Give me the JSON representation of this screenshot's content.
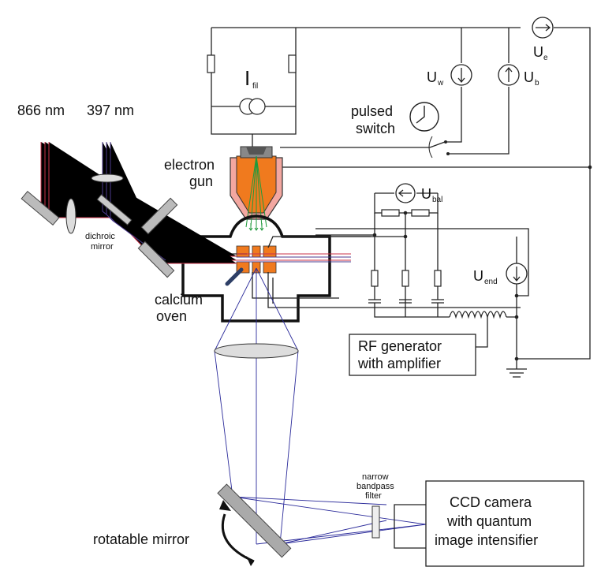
{
  "labels": {
    "wl_866": "866 nm",
    "wl_397": "397 nm",
    "electron_gun_1": "electron",
    "electron_gun_2": "gun",
    "dichroic_1": "dichroic",
    "dichroic_2": "mirror",
    "calcium_1": "calcium",
    "calcium_2": "oven",
    "pulsed_1": "pulsed",
    "pulsed_2": "switch",
    "rf_1": "RF generator",
    "rf_2": "with amplifier",
    "ccd_1": "CCD camera",
    "ccd_2": "with quantum",
    "ccd_3": "image intensifier",
    "filter_1": "narrow",
    "filter_2": "bandpass",
    "filter_3": "filter",
    "rotatable": "rotatable mirror",
    "i_fil": "I",
    "i_fil_sub": "fil",
    "u_e": "U",
    "u_e_sub": "e",
    "u_w": "U",
    "u_w_sub": "w",
    "u_b": "U",
    "u_b_sub": "b",
    "u_bal": "U",
    "u_bal_sub": "bal",
    "u_end": "U",
    "u_end_sub": "end"
  },
  "colors": {
    "laser_866": "#c8334a",
    "laser_397": "#4b3a8c",
    "imaging": "#2a2a9a",
    "electron_beam": "#1f9a3c",
    "gun_outer": "#f3a7a0",
    "gun_inner": "#f07a1e",
    "electrodes": "#f07a1e"
  }
}
